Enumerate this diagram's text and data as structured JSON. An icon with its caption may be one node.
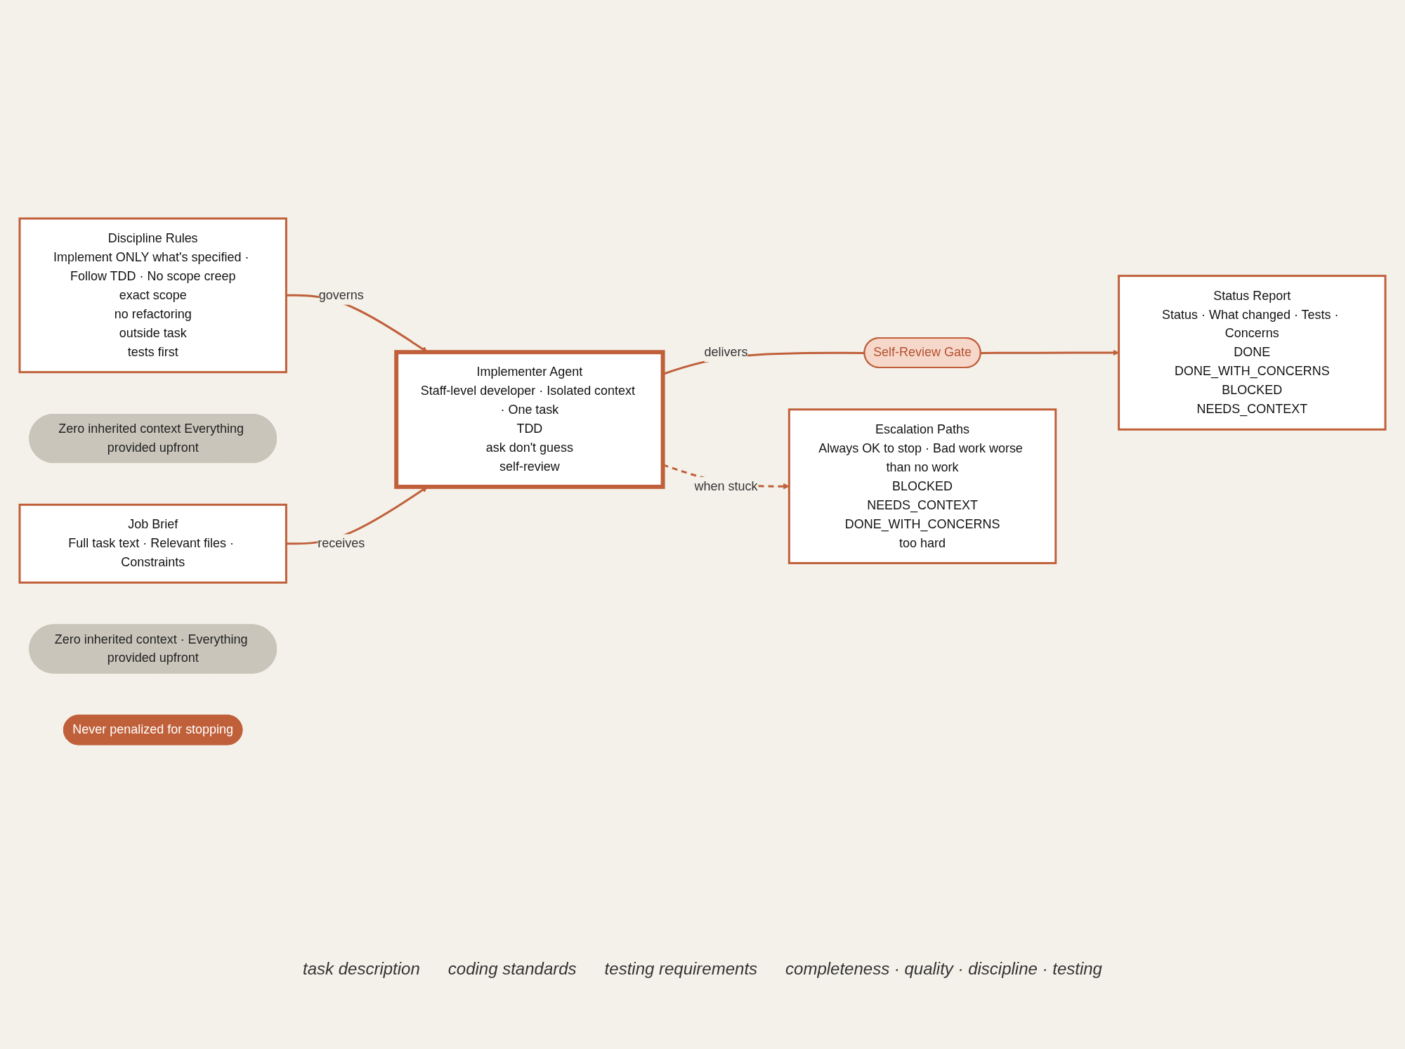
{
  "diagram": {
    "nodes": [
      {
        "text": [
          "Discipline Rules",
          "Implement ONLY what's specified · Follow TDD · No scope creep",
          "exact scope",
          "no refactoring",
          "outside task",
          "tests first"
        ]
      },
      {
        "text": [
          "Zero inherited context Everything provided upfront"
        ]
      },
      {
        "text": [
          "Job Brief",
          "Full task text · Relevant files · Constraints"
        ]
      },
      {
        "text": [
          "Implementer Agent",
          "Staff-level developer · Isolated context · One task",
          "TDD",
          "ask don't guess",
          "self-review"
        ]
      },
      {
        "text": [
          "Self-Review Gate"
        ]
      },
      {
        "text": [
          "Status Report",
          "Status · What changed · Tests · Concerns",
          "DONE",
          "DONE_WITH_CONCERNS",
          "BLOCKED",
          "NEEDS_CONTEXT"
        ]
      },
      {
        "text": [
          "Zero inherited context · Everything provided upfront"
        ]
      },
      {
        "text": [
          "Escalation Paths",
          "Always OK to stop · Bad work worse than no work",
          "BLOCKED",
          "NEEDS_CONTEXT",
          "DONE_WITH_CONCERNS",
          "too hard"
        ]
      },
      {
        "text": [
          "Never penalized for stopping"
        ]
      }
    ],
    "edges": [
      {
        "from": 0,
        "to": 3,
        "arrow": "to",
        "label": "governs"
      },
      {
        "from": 2,
        "to": 3,
        "arrow": "to",
        "label": "receives"
      },
      {
        "from": 3,
        "to": 4,
        "arrow": "none",
        "label": "delivers"
      },
      {
        "from": 4,
        "to": 5,
        "arrow": "to"
      },
      {
        "from": 3,
        "to": 7,
        "arrow": "to",
        "label": "when stuck",
        "style": "dashed"
      }
    ],
    "labels": [
      "task description",
      "coding standards",
      "testing requirements",
      "completeness · quality · discipline · testing"
    ]
  }
}
